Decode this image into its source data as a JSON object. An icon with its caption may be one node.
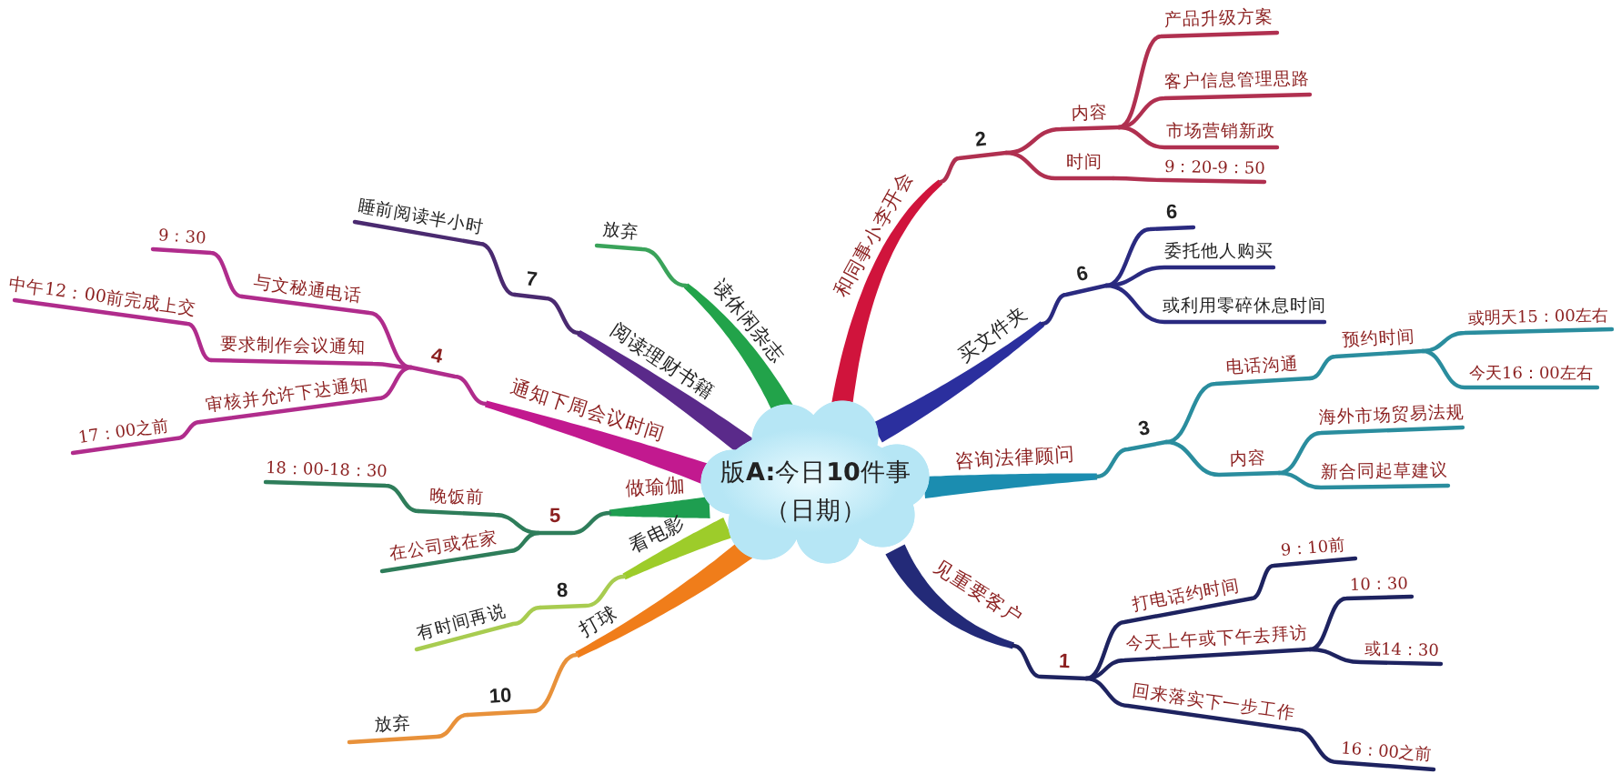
{
  "diagram": {
    "nodes": [
      {
        "text": [
          "版**A:**今日**10**件事",
          "（日期）"
        ]
      },
      {
        "text": [
          "和同事小李开会"
        ]
      },
      {
        "text": [
          "2"
        ]
      },
      {
        "text": [
          "内容"
        ]
      },
      {
        "text": [
          "产品升级方案"
        ]
      },
      {
        "text": [
          "客户信息管理思路"
        ]
      },
      {
        "text": [
          "市场营销新政"
        ]
      },
      {
        "text": [
          "时间"
        ]
      },
      {
        "text": [
          "9：20-9：50"
        ]
      },
      {
        "text": [
          "买文件夹"
        ]
      },
      {
        "text": [
          "6"
        ]
      },
      {
        "text": [
          "6"
        ]
      },
      {
        "text": [
          "委托他人购买"
        ]
      },
      {
        "text": [
          "或利用零碎休息时间"
        ]
      },
      {
        "text": [
          "咨询法律顾问"
        ]
      },
      {
        "text": [
          "3"
        ]
      },
      {
        "text": [
          "电话沟通"
        ]
      },
      {
        "text": [
          "预约时间"
        ]
      },
      {
        "text": [
          "或明天15：00左右"
        ]
      },
      {
        "text": [
          "今天16：00左右"
        ]
      },
      {
        "text": [
          "内容"
        ]
      },
      {
        "text": [
          "海外市场贸易法规"
        ]
      },
      {
        "text": [
          "新合同起草建议"
        ]
      },
      {
        "text": [
          "见重要客户"
        ]
      },
      {
        "text": [
          "1"
        ]
      },
      {
        "text": [
          "打电话约时间"
        ]
      },
      {
        "text": [
          "9：10前"
        ]
      },
      {
        "text": [
          "今天上午或下午去拜访"
        ]
      },
      {
        "text": [
          "10：30"
        ]
      },
      {
        "text": [
          "或14：30"
        ]
      },
      {
        "text": [
          "回来落实下一步工作"
        ]
      },
      {
        "text": [
          "16：00之前"
        ]
      },
      {
        "text": [
          "打球"
        ]
      },
      {
        "text": [
          "10"
        ]
      },
      {
        "text": [
          "放弃"
        ]
      },
      {
        "text": [
          "看电影"
        ]
      },
      {
        "text": [
          "8"
        ]
      },
      {
        "text": [
          "有时间再说"
        ]
      },
      {
        "text": [
          "做瑜伽"
        ]
      },
      {
        "text": [
          "5"
        ]
      },
      {
        "text": [
          "晚饭前"
        ]
      },
      {
        "text": [
          "18：00-18：30"
        ]
      },
      {
        "text": [
          "在公司或在家"
        ]
      },
      {
        "text": [
          "通知下周会议时间"
        ]
      },
      {
        "text": [
          "4"
        ]
      },
      {
        "text": [
          "与文秘通电话"
        ]
      },
      {
        "text": [
          "9：30"
        ]
      },
      {
        "text": [
          "要求制作会议通知"
        ]
      },
      {
        "text": [
          "中午12：00前完成上交"
        ]
      },
      {
        "text": [
          "审核并允许下达通知"
        ]
      },
      {
        "text": [
          "17：00之前"
        ]
      },
      {
        "text": [
          "阅读理财书籍"
        ]
      },
      {
        "text": [
          "7"
        ]
      },
      {
        "text": [
          "睡前阅读半小时"
        ]
      },
      {
        "text": [
          "读休闲杂志"
        ]
      },
      {
        "text": [
          "放弃"
        ]
      }
    ],
    "edges": [
      {
        "from": 0,
        "to": 1,
        "arrow": "none",
        "style": "thick",
        "color": "#d0143c"
      },
      {
        "from": 1,
        "to": 2,
        "arrow": "none",
        "color": "#b03050"
      },
      {
        "from": 2,
        "to": 3,
        "arrow": "none",
        "color": "#b03050"
      },
      {
        "from": 3,
        "to": 4,
        "arrow": "none",
        "color": "#b03050"
      },
      {
        "from": 3,
        "to": 5,
        "arrow": "none",
        "color": "#b03050"
      },
      {
        "from": 3,
        "to": 6,
        "arrow": "none",
        "color": "#b03050"
      },
      {
        "from": 2,
        "to": 7,
        "arrow": "none",
        "color": "#b03050"
      },
      {
        "from": 7,
        "to": 8,
        "arrow": "none",
        "color": "#b03050"
      },
      {
        "from": 0,
        "to": 9,
        "arrow": "none",
        "style": "thick",
        "color": "#2b2f9e"
      },
      {
        "from": 9,
        "to": 10,
        "arrow": "none",
        "color": "#2a2a80"
      },
      {
        "from": 10,
        "to": 11,
        "arrow": "none",
        "color": "#2a2a80"
      },
      {
        "from": 10,
        "to": 12,
        "arrow": "none",
        "color": "#2a2a80"
      },
      {
        "from": 10,
        "to": 13,
        "arrow": "none",
        "color": "#2a2a80"
      },
      {
        "from": 0,
        "to": 14,
        "arrow": "none",
        "style": "thick",
        "color": "#1b8db0"
      },
      {
        "from": 14,
        "to": 15,
        "arrow": "none",
        "color": "#2a8d9e"
      },
      {
        "from": 15,
        "to": 16,
        "arrow": "none",
        "color": "#2a8d9e"
      },
      {
        "from": 16,
        "to": 17,
        "arrow": "none",
        "color": "#2a8d9e"
      },
      {
        "from": 17,
        "to": 18,
        "arrow": "none",
        "color": "#2a8d9e"
      },
      {
        "from": 17,
        "to": 19,
        "arrow": "none",
        "color": "#2a8d9e"
      },
      {
        "from": 15,
        "to": 20,
        "arrow": "none",
        "color": "#2a8d9e"
      },
      {
        "from": 20,
        "to": 21,
        "arrow": "none",
        "color": "#2a8d9e"
      },
      {
        "from": 20,
        "to": 22,
        "arrow": "none",
        "color": "#2a8d9e"
      },
      {
        "from": 0,
        "to": 23,
        "arrow": "none",
        "style": "thick",
        "color": "#232a78"
      },
      {
        "from": 23,
        "to": 24,
        "arrow": "none",
        "color": "#1e2360"
      },
      {
        "from": 24,
        "to": 25,
        "arrow": "none",
        "color": "#1e2360"
      },
      {
        "from": 25,
        "to": 26,
        "arrow": "none",
        "color": "#1e2360"
      },
      {
        "from": 24,
        "to": 27,
        "arrow": "none",
        "color": "#1e2360"
      },
      {
        "from": 27,
        "to": 28,
        "arrow": "none",
        "color": "#1e2360"
      },
      {
        "from": 27,
        "to": 29,
        "arrow": "none",
        "color": "#1e2360"
      },
      {
        "from": 24,
        "to": 30,
        "arrow": "none",
        "color": "#1e2360"
      },
      {
        "from": 30,
        "to": 31,
        "arrow": "none",
        "color": "#1e2360"
      },
      {
        "from": 0,
        "to": 32,
        "arrow": "none",
        "style": "thick",
        "color": "#f07d1a"
      },
      {
        "from": 32,
        "to": 33,
        "arrow": "none",
        "color": "#e8913a"
      },
      {
        "from": 33,
        "to": 34,
        "arrow": "none",
        "color": "#e8913a"
      },
      {
        "from": 0,
        "to": 35,
        "arrow": "none",
        "style": "thick",
        "color": "#9dcc2a"
      },
      {
        "from": 35,
        "to": 36,
        "arrow": "none",
        "color": "#a8cc50"
      },
      {
        "from": 36,
        "to": 37,
        "arrow": "none",
        "color": "#a8cc50"
      },
      {
        "from": 0,
        "to": 38,
        "arrow": "none",
        "style": "thick",
        "color": "#1e9e50"
      },
      {
        "from": 38,
        "to": 39,
        "arrow": "none",
        "color": "#2e7d5a"
      },
      {
        "from": 39,
        "to": 40,
        "arrow": "none",
        "color": "#2e7d5a"
      },
      {
        "from": 40,
        "to": 41,
        "arrow": "none",
        "color": "#2e7d5a"
      },
      {
        "from": 39,
        "to": 42,
        "arrow": "none",
        "color": "#2e7d5a"
      },
      {
        "from": 0,
        "to": 43,
        "arrow": "none",
        "style": "thick",
        "color": "#c2198f"
      },
      {
        "from": 43,
        "to": 44,
        "arrow": "none",
        "color": "#b02c8c"
      },
      {
        "from": 44,
        "to": 45,
        "arrow": "none",
        "color": "#b02c8c"
      },
      {
        "from": 45,
        "to": 46,
        "arrow": "none",
        "color": "#b02c8c"
      },
      {
        "from": 44,
        "to": 47,
        "arrow": "none",
        "color": "#b02c8c"
      },
      {
        "from": 47,
        "to": 48,
        "arrow": "none",
        "color": "#b02c8c"
      },
      {
        "from": 44,
        "to": 49,
        "arrow": "none",
        "color": "#b02c8c"
      },
      {
        "from": 49,
        "to": 50,
        "arrow": "none",
        "color": "#b02c8c"
      },
      {
        "from": 0,
        "to": 51,
        "arrow": "none",
        "style": "thick",
        "color": "#5a2a8a"
      },
      {
        "from": 51,
        "to": 52,
        "arrow": "none",
        "color": "#4a2a70"
      },
      {
        "from": 52,
        "to": 53,
        "arrow": "none",
        "color": "#4a2a70"
      },
      {
        "from": 0,
        "to": 54,
        "arrow": "none",
        "style": "thick",
        "color": "#22a34a"
      },
      {
        "from": 54,
        "to": 55,
        "arrow": "none",
        "color": "#3aa35a"
      }
    ]
  }
}
